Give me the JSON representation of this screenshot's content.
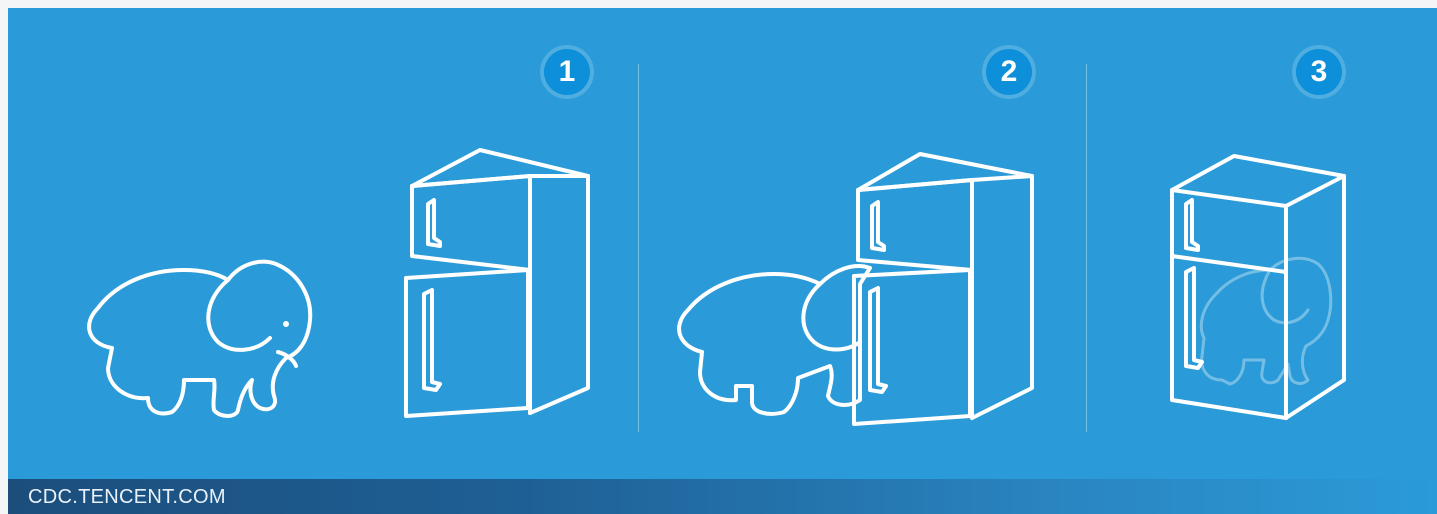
{
  "steps": [
    {
      "number": "1"
    },
    {
      "number": "2"
    },
    {
      "number": "3"
    }
  ],
  "footer": {
    "watermark": "CDC.TENCENT.COM"
  },
  "colors": {
    "background": "#2a9bd8",
    "badge": "#0e8fda",
    "line_art": "#ffffff",
    "footer_dark": "#1c4e7c"
  }
}
